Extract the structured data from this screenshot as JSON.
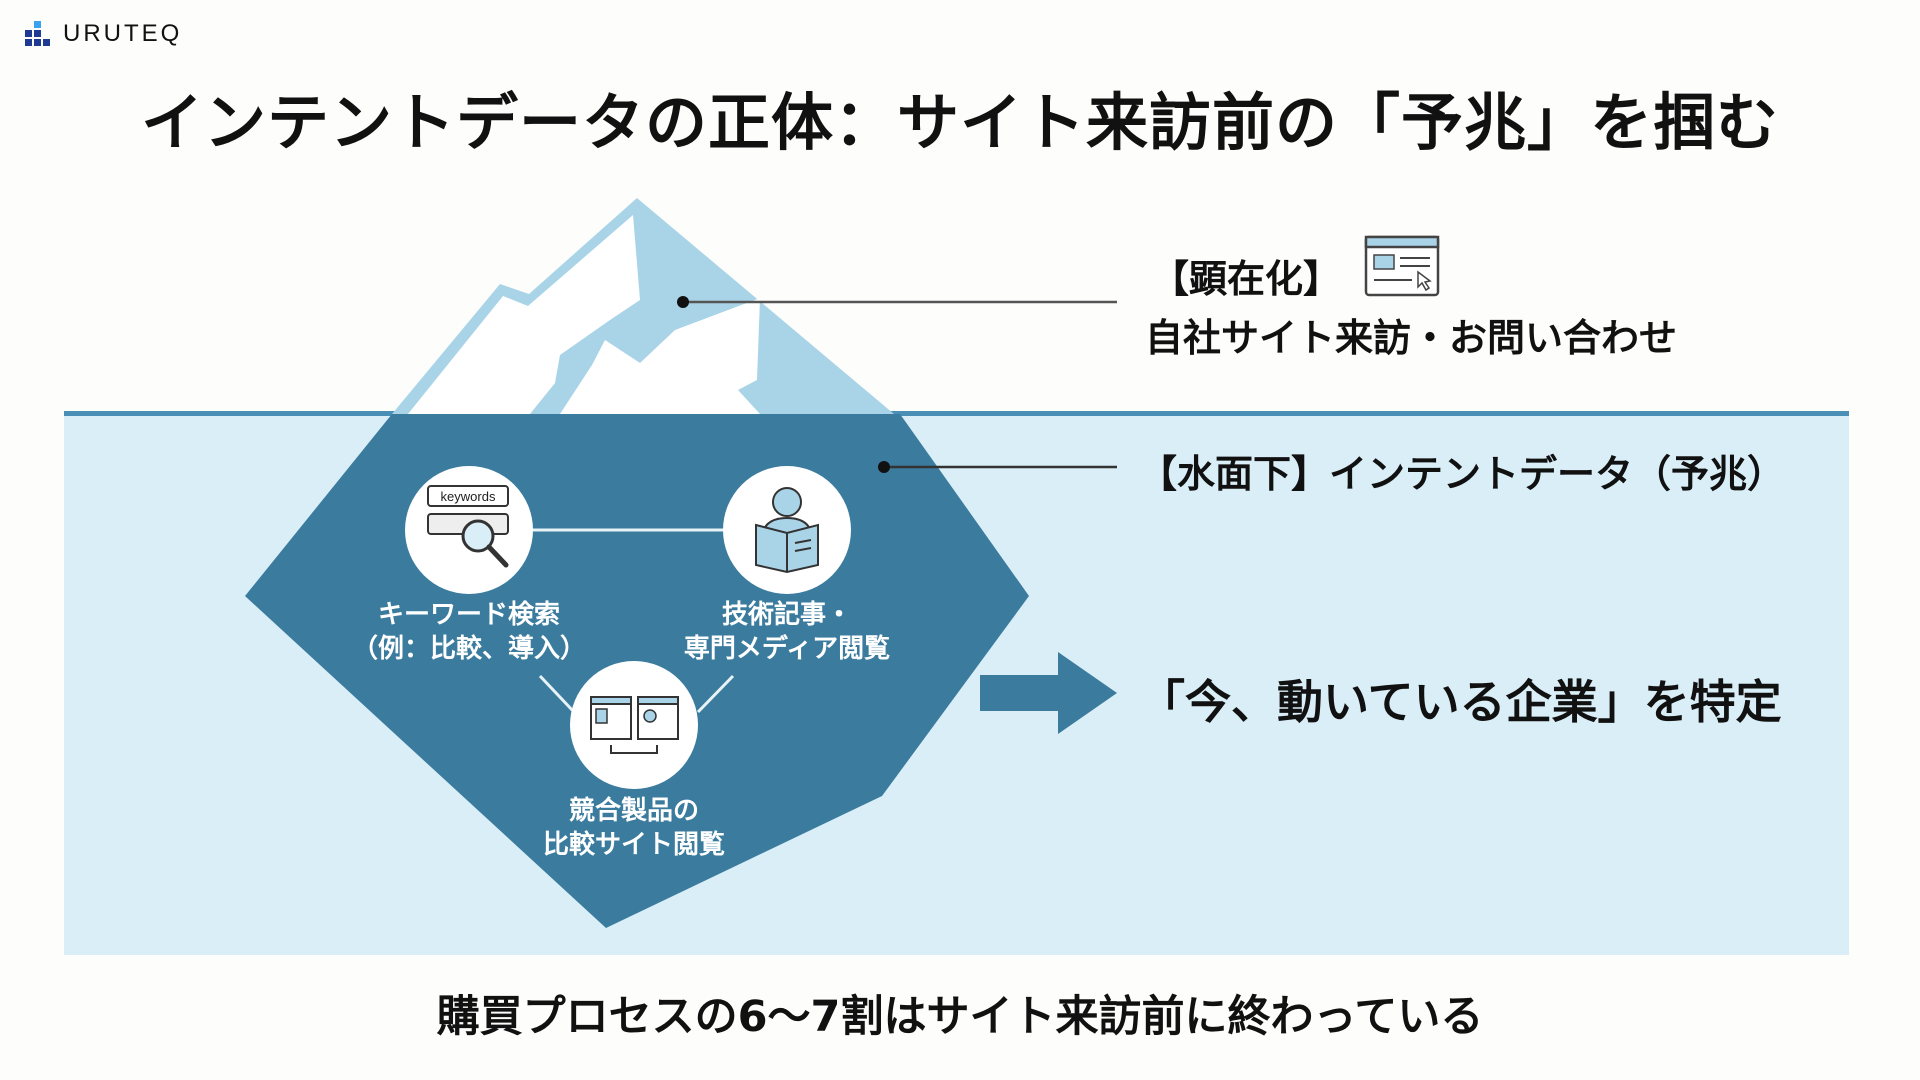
{
  "logo": {
    "text": "URUTEQ"
  },
  "title": "インテントデータの正体：サイト来訪前の「予兆」を掴む",
  "above_water": {
    "label": "【顕在化】",
    "description": "自社サイト来訪・お問い合わせ",
    "icon": "browser-window-icon"
  },
  "below_water": {
    "label": "【水面下】インテントデータ（予兆）",
    "signals": [
      {
        "icon": "keyword-search-icon",
        "icon_text": "keywords",
        "line1": "キーワード検索",
        "line2": "（例：比較、導入）"
      },
      {
        "icon": "reading-person-icon",
        "line1": "技術記事・",
        "line2": "専門メディア閲覧"
      },
      {
        "icon": "compare-sites-icon",
        "line1": "競合製品の",
        "line2": "比較サイト閲覧"
      }
    ]
  },
  "result": "「今、動いている企業」を特定",
  "footer": "購買プロセスの6〜7割はサイト来訪前に終わっている",
  "colors": {
    "water": "#d9eef7",
    "water_line": "#4a8fb5",
    "iceberg_under": "#3a7b9e",
    "iceberg_top": "#a9d4e8",
    "logo": "#1f3a93"
  }
}
